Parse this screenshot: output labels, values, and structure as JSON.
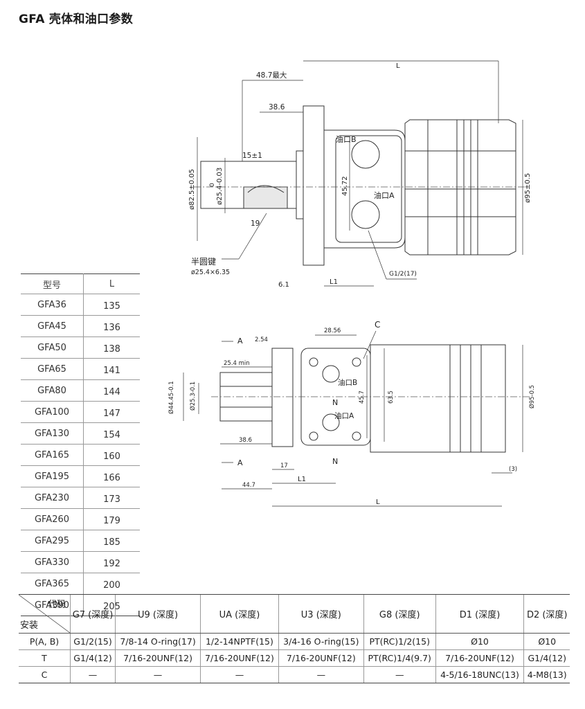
{
  "heading": "GFA 壳体和油口参数",
  "drawing_top": {
    "dim_max": "48.7最大",
    "dim_38": "38.6",
    "dim_15": "15±1",
    "dim_19": "19",
    "dim_82": "ø82.5±0.05",
    "dim_25": "ø25.4-0.03",
    "dim_25_zero": "0",
    "dim_4572": "45.72",
    "dim_95": "ø95±0.5",
    "dim_L": "L",
    "dim_L1": "L1",
    "dim_61": "6.1",
    "port_a": "油口A",
    "port_b": "油口B",
    "key_label": "半圆键",
    "key_size": "ø25.4×6.35",
    "port_thread": "G1/2(17)"
  },
  "drawing_bottom": {
    "dim_2856": "28.56",
    "label_c": "C",
    "dim_254": "2.54",
    "label_a": "A",
    "dim_254min": "25.4 min",
    "dim_4445": "Ø44.45-0.1",
    "dim_253": "Ø25.3-0.1",
    "dim_457": "45.7",
    "dim_635": "63.5",
    "dim_95": "Ø95-0.5",
    "dim_386": "38.6",
    "dim_17": "17",
    "dim_447": "44.7",
    "dim_L1": "L1",
    "dim_L": "L",
    "dim_3": "(3)",
    "label_n": "N",
    "port_a": "油口A",
    "port_b": "油口B"
  },
  "model_table": {
    "header_model": "型号",
    "header_l": "L",
    "rows": [
      {
        "model": "GFA36",
        "l": "135"
      },
      {
        "model": "GFA45",
        "l": "136"
      },
      {
        "model": "GFA50",
        "l": "138"
      },
      {
        "model": "GFA65",
        "l": "141"
      },
      {
        "model": "GFA80",
        "l": "144"
      },
      {
        "model": "GFA100",
        "l": "147"
      },
      {
        "model": "GFA130",
        "l": "154"
      },
      {
        "model": "GFA165",
        "l": "160"
      },
      {
        "model": "GFA195",
        "l": "166"
      },
      {
        "model": "GFA230",
        "l": "173"
      },
      {
        "model": "GFA260",
        "l": "179"
      },
      {
        "model": "GFA295",
        "l": "185"
      },
      {
        "model": "GFA330",
        "l": "192"
      },
      {
        "model": "GFA365",
        "l": "200"
      },
      {
        "model": "GFA390",
        "l": "205"
      }
    ]
  },
  "port_table": {
    "corner_top": "代码",
    "corner_bottom": "安装",
    "headers": [
      "G7 (深度)",
      "U9 (深度)",
      "UA (深度)",
      "U3 (深度)",
      "G8 (深度)",
      "D1 (深度)",
      "D2 (深度)"
    ],
    "rows": [
      {
        "install": "P(A, B)",
        "cells": [
          "G1/2(15)",
          "7/8-14 O-ring(17)",
          "1/2-14NPTF(15)",
          "3/4-16 O-ring(15)",
          "PT(RC)1/2(15)",
          "Ø10",
          "Ø10"
        ]
      },
      {
        "install": "T",
        "cells": [
          "G1/4(12)",
          "7/16-20UNF(12)",
          "7/16-20UNF(12)",
          "7/16-20UNF(12)",
          "PT(RC)1/4(9.7)",
          "7/16-20UNF(12)",
          "G1/4(12)"
        ]
      },
      {
        "install": "C",
        "cells": [
          "—",
          "—",
          "—",
          "—",
          "—",
          "4-5/16-18UNC(13)",
          "4-M8(13)"
        ]
      }
    ]
  }
}
